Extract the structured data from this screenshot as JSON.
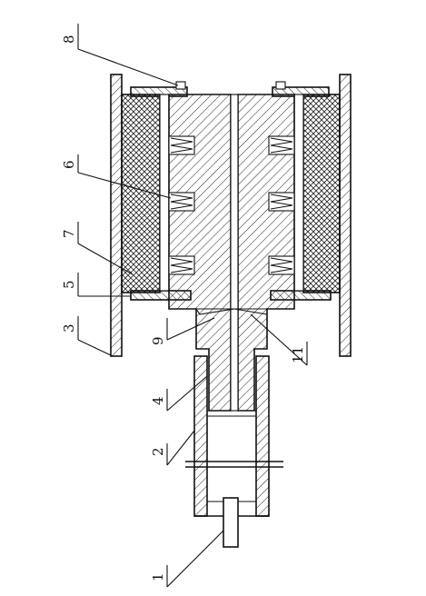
{
  "callouts": [
    {
      "id": "c1",
      "text": "1"
    },
    {
      "id": "c2",
      "text": "2"
    },
    {
      "id": "c3",
      "text": "3"
    },
    {
      "id": "c4",
      "text": "4"
    },
    {
      "id": "c5",
      "text": "5"
    },
    {
      "id": "c6",
      "text": "6"
    },
    {
      "id": "c7",
      "text": "7"
    },
    {
      "id": "c8",
      "text": "8"
    },
    {
      "id": "c9",
      "text": "9"
    },
    {
      "id": "c11",
      "text": "11"
    }
  ],
  "colors": {
    "line": "#111111",
    "background": "#ffffff"
  }
}
